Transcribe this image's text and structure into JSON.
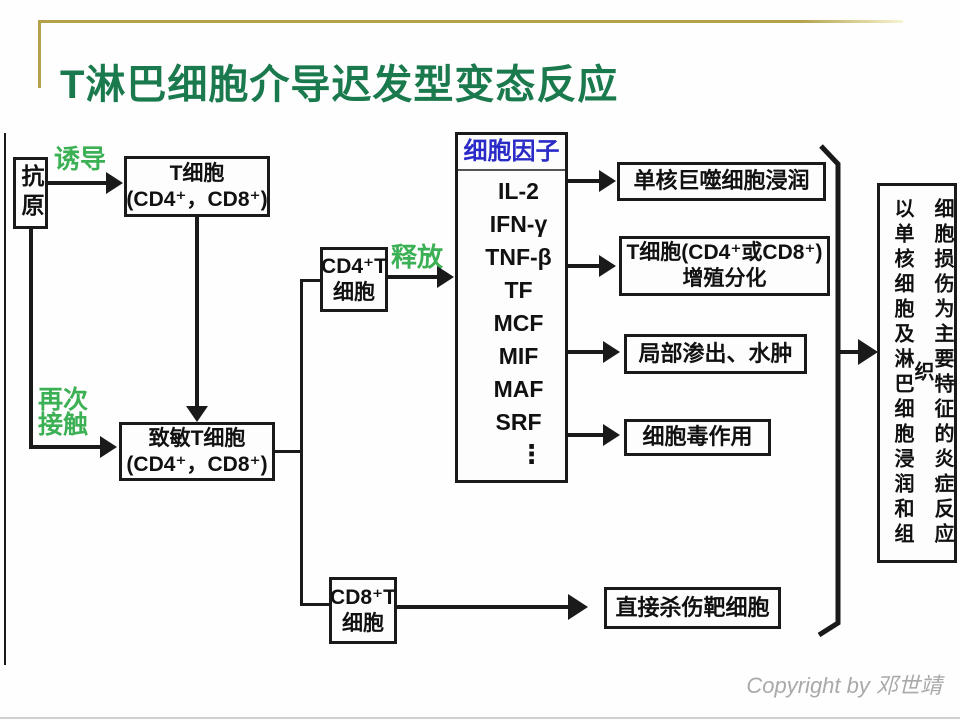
{
  "slide": {
    "title": "T淋巴细胞介导迟发型变态反应",
    "copyright": "Copyright by 邓世靖"
  },
  "colors": {
    "title_green": "#1a7a4e",
    "step_label_green": "#3cb054",
    "cytokine_header_blue": "#2a2ac8",
    "accent_olive": "#b3a24a",
    "line_black": "#1a1a1a",
    "copyright_gray": "#a9a9a9"
  },
  "diagram": {
    "antigen": "抗原",
    "labels": {
      "induce": "诱导",
      "recontact_line1": "再次",
      "recontact_line2": "接触",
      "release": "释放"
    },
    "tcell": {
      "line1": "T细胞",
      "line2": "(CD4⁺，CD8⁺)"
    },
    "sensitized": {
      "line1": "致敏T细胞",
      "line2": "(CD4⁺，CD8⁺)"
    },
    "cd4": {
      "line1": "CD4⁺T",
      "line2": "细胞"
    },
    "cd8": {
      "line1": "CD8⁺T",
      "line2": "细胞"
    },
    "cytokine_box": {
      "header": "细胞因子",
      "items": [
        "IL-2",
        "IFN-γ",
        "TNF-β",
        "TF",
        "MCF",
        "MIF",
        "MAF",
        "SRF",
        "⋮"
      ]
    },
    "results": {
      "r1": "单核巨噬细胞浸润",
      "r2_line1": "T细胞(CD4⁺或CD8⁺)",
      "r2_line2": "增殖分化",
      "r3": "局部渗出、水肿",
      "r4": "细胞毒作用",
      "r5": "直接杀伤靶细胞"
    },
    "summary": {
      "col1": "以单核细胞及淋巴细胞浸润和组织",
      "col2": "细胞损伤为主要特征的炎症反应"
    }
  }
}
